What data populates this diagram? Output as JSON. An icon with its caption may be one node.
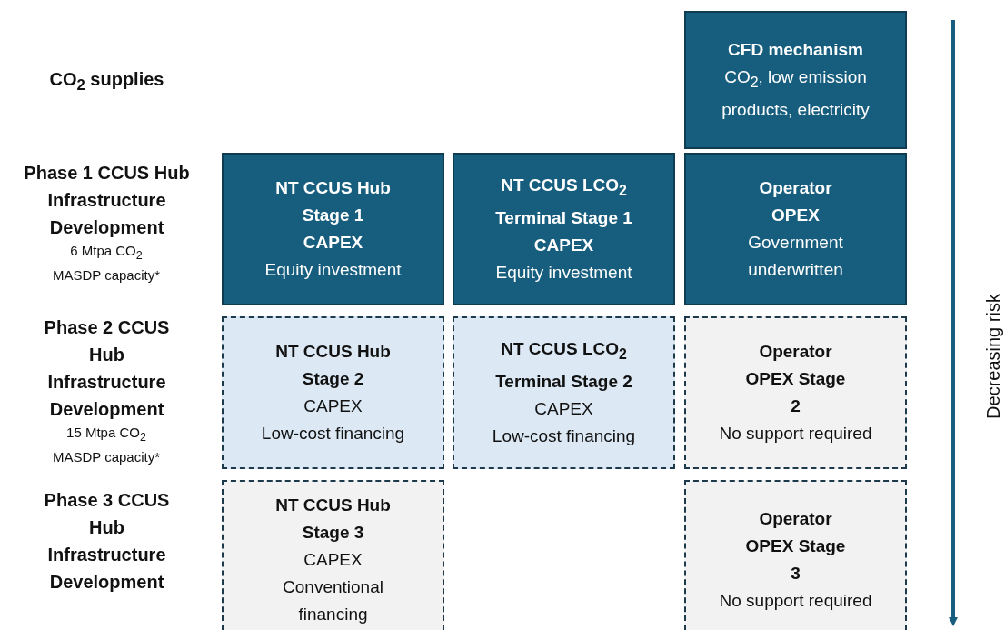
{
  "diagram": {
    "nodes": [
      {
        "text": [
          "CFD mechanism",
          "CO$_{2}$, low emission products, electricity"
        ]
      },
      {
        "text": [
          "NT CCUS Hub Stage 1",
          "CAPEX",
          "Equity investment"
        ]
      },
      {
        "text": [
          "NT CCUS LCO$_{2}$ Terminal Stage 1",
          "CAPEX",
          "Equity investment"
        ]
      },
      {
        "text": [
          "Operator OPEX",
          "Government underwritten"
        ]
      },
      {
        "text": [
          "NT CCUS Hub Stage 2",
          "CAPEX",
          "Low-cost financing"
        ]
      },
      {
        "text": [
          "NT CCUS LCO$_{2}$ Terminal Stage 2",
          "CAPEX",
          "Low-cost financing"
        ]
      },
      {
        "text": [
          "Operator OPEX Stage 2",
          "No support required"
        ]
      },
      {
        "text": [
          "NT CCUS Hub Stage 3",
          "CAPEX",
          "Conventional financing"
        ]
      },
      {
        "text": [
          "Operator OPEX Stage 3",
          "No support required"
        ]
      }
    ],
    "labels": [
      "CO$_{2}$ supplies",
      "Phase 1 CCUS Hub Infrastructure Development",
      "6 Mtpa CO$_{2}$ MASDP capacity*",
      "Phase 2 CCUS Hub Infrastructure Development",
      "15 Mtpa CO$_{2}$ MASDP capacity*",
      "Phase 3 CCUS Hub Infrastructure Development",
      "Decreasing risk"
    ]
  }
}
